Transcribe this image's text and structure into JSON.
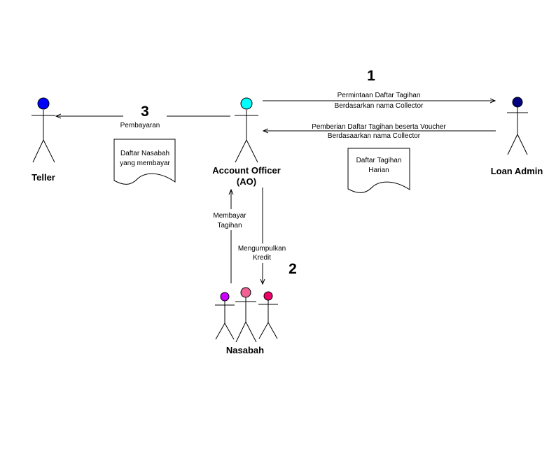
{
  "actors": {
    "teller": {
      "name": "Teller",
      "color": "#0000ff"
    },
    "account_officer": {
      "name_line1": "Account Officer",
      "name_line2": "(AO)",
      "color": "#00ffff"
    },
    "loan_admin": {
      "name": "Loan Admin",
      "color": "#000080"
    },
    "nasabah": {
      "name": "Nasabah",
      "colors": [
        "#cc00ff",
        "#f06294",
        "#ee0066"
      ]
    }
  },
  "steps": {
    "one": "1",
    "two": "2",
    "three": "3"
  },
  "messages": {
    "permintaan": {
      "line1": "Permintaan Daftar Tagihan",
      "line2": "Berdasarkan nama Collector"
    },
    "pemberian": {
      "line1": "Pemberian Daftar Tagihan beserta Voucher",
      "line2": "Berdasaarkan nama Collector"
    },
    "pembayaran": {
      "line1": "Pembayaran"
    },
    "membayar": {
      "line1": "Membayar",
      "line2": "Tagihan"
    },
    "mengumpulkan": {
      "line1": "Mengumpulkan",
      "line2": "Kredit"
    }
  },
  "documents": {
    "daftar_nasabah": {
      "line1": "Daftar Nasabah",
      "line2": "yang membayar"
    },
    "daftar_tagihan": {
      "line1": "Daftar Tagihan",
      "line2": "Harian"
    }
  }
}
